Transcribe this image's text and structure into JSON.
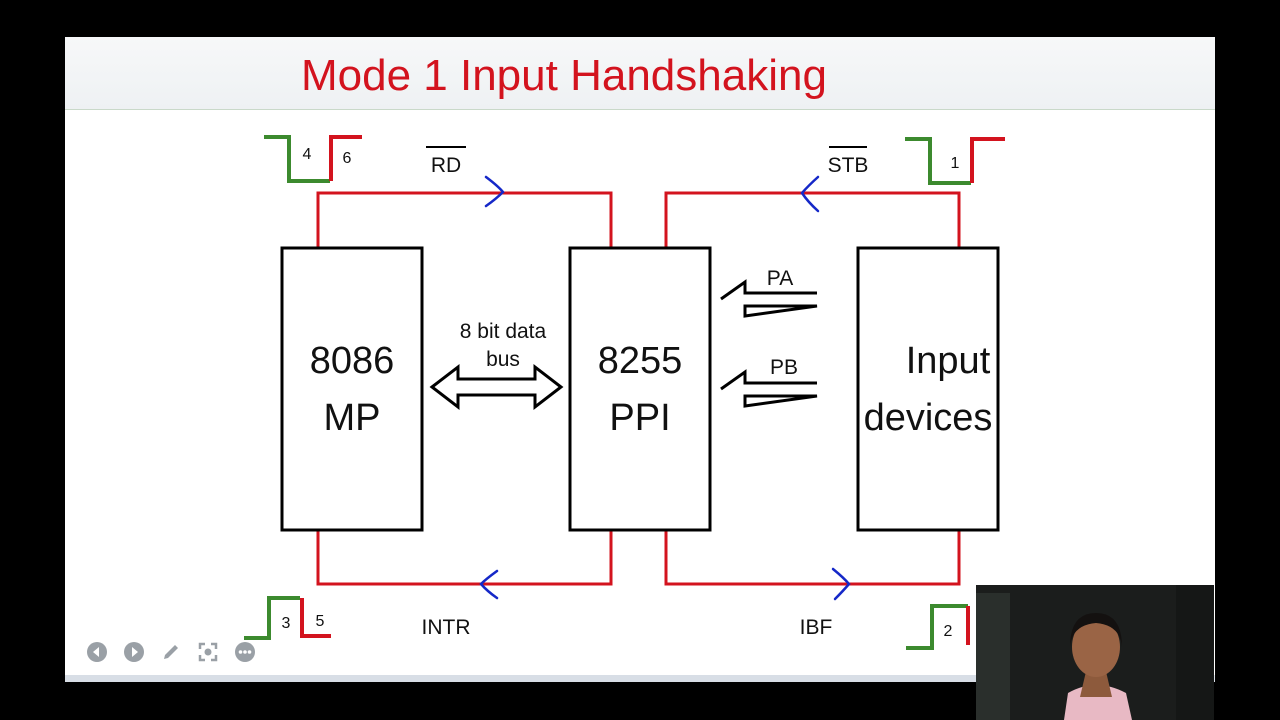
{
  "slide": {
    "title": "Mode 1 Input Handshaking",
    "title_color": "#d3131e"
  },
  "blocks": {
    "mp": [
      "8086",
      "MP"
    ],
    "ppi": [
      "8255",
      "PPI"
    ],
    "input": [
      "Input",
      "devices"
    ]
  },
  "bus_label": [
    "8 bit data",
    "bus"
  ],
  "signals": {
    "rd": "RD",
    "stb": "STB",
    "intr": "INTR",
    "ibf": "IBF",
    "pa": "PA",
    "pb": "PB"
  },
  "steps": {
    "s1": "1",
    "s2": "2",
    "s3": "3",
    "s4": "4",
    "s5": "5",
    "s6": "6"
  },
  "colors": {
    "wire": "#d3131e",
    "arrow": "#1528c8",
    "pulse_low": "#3c8a2e",
    "pulse_high": "#d3131e"
  },
  "toolbar": {
    "icons": [
      "prev-icon",
      "next-icon",
      "pen-icon",
      "zoom-icon",
      "more-icon"
    ]
  }
}
